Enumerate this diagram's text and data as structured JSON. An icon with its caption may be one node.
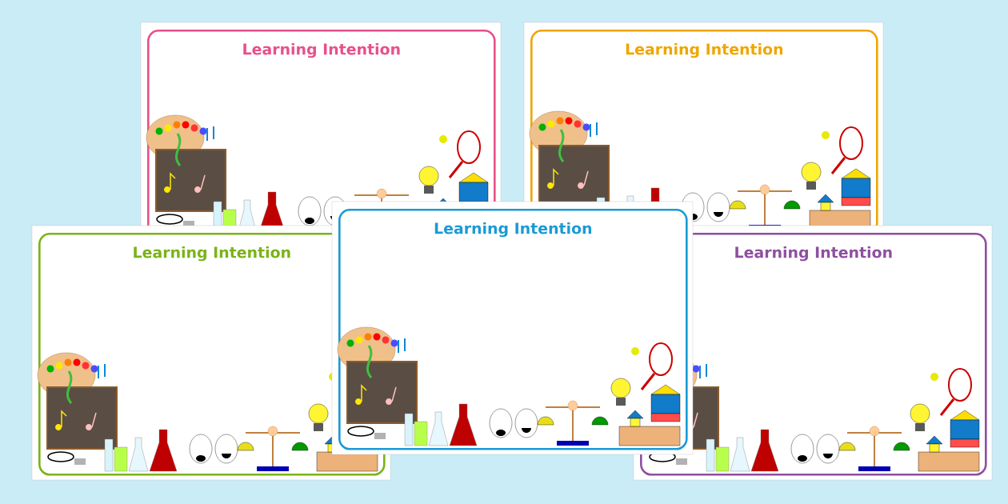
{
  "diagram": {
    "nodes": [
      {
        "text": [
          "Learning Intention"
        ]
      },
      {
        "text": [
          "Learning Intention"
        ]
      },
      {
        "text": [
          "Learning Intention"
        ]
      },
      {
        "text": [
          "Learning Intention"
        ]
      },
      {
        "text": [
          "Learning Intention"
        ]
      }
    ]
  }
}
